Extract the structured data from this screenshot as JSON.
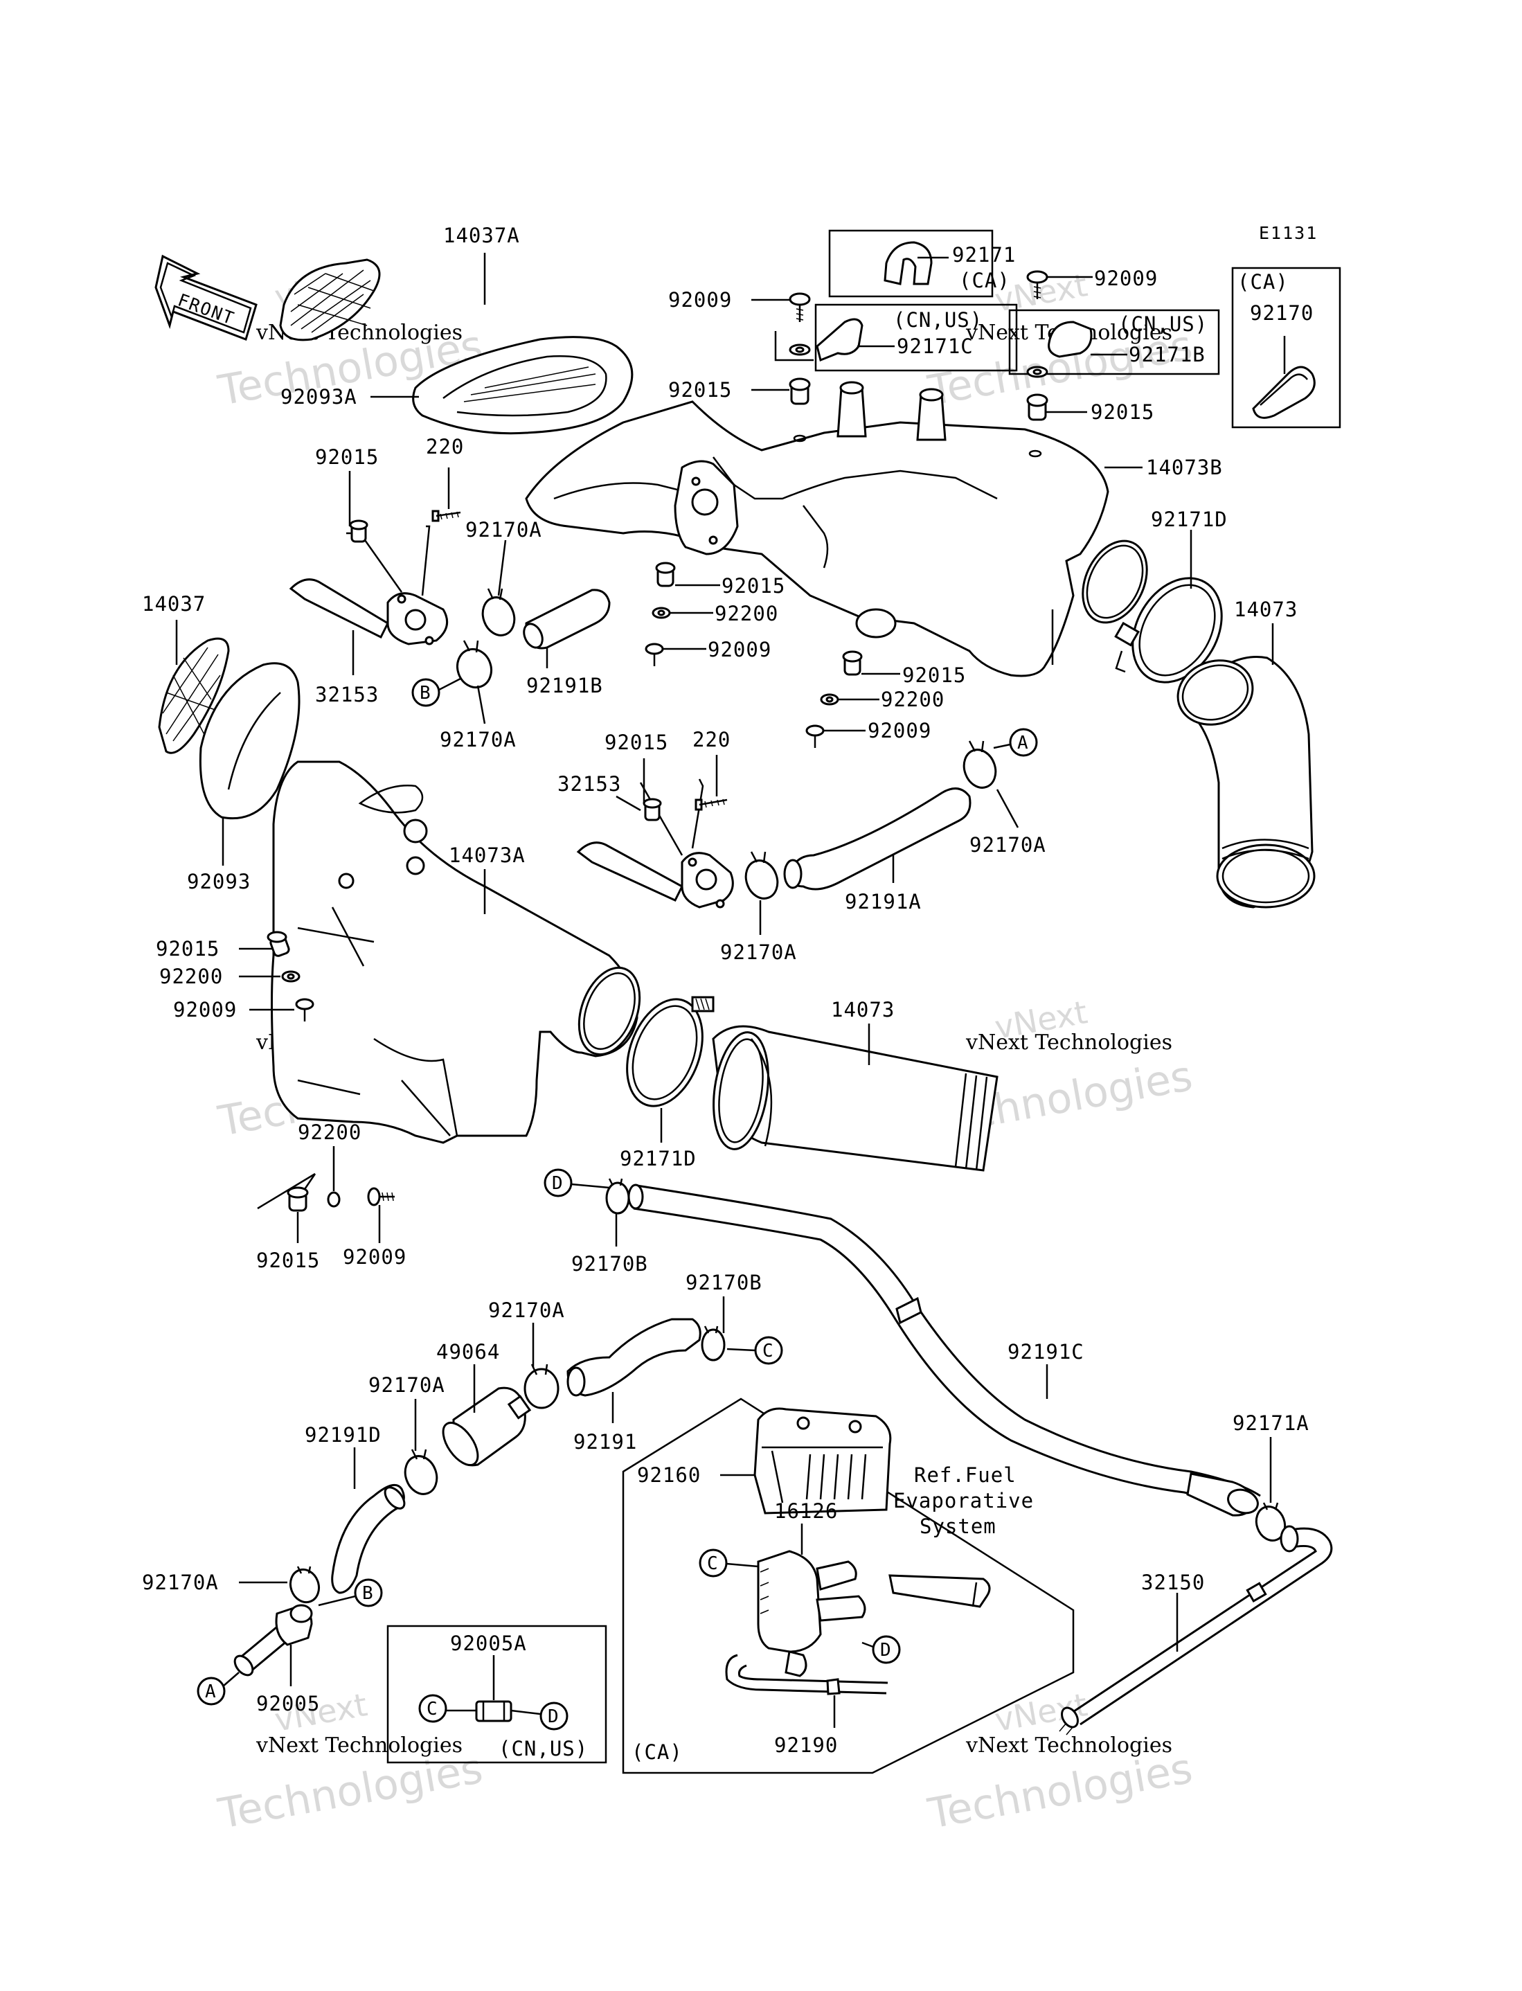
{
  "diagram_code": "E1131",
  "front_arrow_label": "FRONT",
  "watermark": {
    "line1": "vNext Technologies",
    "line2": "Technologies",
    "line3": "vNext"
  },
  "callouts": {
    "A": "A",
    "B": "B",
    "C": "C",
    "D": "D"
  },
  "parts": {
    "p14037A": "14037A",
    "p92093A": "92093A",
    "p14037": "14037",
    "p92093": "92093",
    "p92015_a": "92015",
    "p220_a": "220",
    "p92170A_a": "92170A",
    "p32153_a": "32153",
    "p92170A_b": "92170A",
    "p92191B": "92191B",
    "p92171": "92171",
    "p92171_ca": "(CA)",
    "p92009_a": "92009",
    "p92171C_cn": "(CN,US)",
    "p92171C": "92171C",
    "p92015_b": "92015",
    "p92009_b": "92009",
    "p92171B_cn": "(CN,US)",
    "p92171B": "92171B",
    "p92015_c": "92015",
    "p92170_ca": "(CA)",
    "p92170": "92170",
    "p14073B": "14073B",
    "p92171D_a": "92171D",
    "p14073_a": "14073",
    "p92015_d": "92015",
    "p92200_a": "92200",
    "p92009_c": "92009",
    "p92015_e": "92015",
    "p92200_b": "92200",
    "p92009_d": "92009",
    "p92015_f": "92015",
    "p220_b": "220",
    "p32153_b": "32153",
    "p92170A_c": "92170A",
    "p92191A": "92191A",
    "p92170A_d": "92170A",
    "p14073A": "14073A",
    "p92015_g": "92015",
    "p92200_c": "92200",
    "p92009_e": "92009",
    "p14073_b": "14073",
    "p92171D_b": "92171D",
    "p92200_d": "92200",
    "p92015_h": "92015",
    "p92009_f": "92009",
    "p92170B_a": "92170B",
    "p92170B_b": "92170B",
    "p92170A_e": "92170A",
    "p49064": "49064",
    "p92170A_f": "92170A",
    "p92191": "92191",
    "p92191D": "92191D",
    "p92191C": "92191C",
    "p92171A": "92171A",
    "p92160": "92160",
    "p16126": "16126",
    "ref_line1": "Ref.Fuel",
    "ref_line2": "Evaporative",
    "ref_line3": "System",
    "p92170A_g": "92170A",
    "p92005": "92005",
    "p92005A": "92005A",
    "p92005A_cn": "(CN,US)",
    "p92190": "92190",
    "box_ca": "(CA)",
    "p32150": "32150"
  }
}
